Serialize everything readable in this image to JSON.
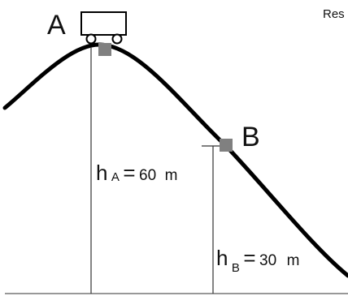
{
  "diagram": {
    "point_a_label": "A",
    "point_b_label": "B",
    "height_a": {
      "symbol": "h",
      "subscript": "A",
      "equals": "=",
      "value": "60",
      "unit": "m"
    },
    "height_b": {
      "symbol": "h",
      "subscript": "B",
      "equals": "=",
      "value": "30",
      "unit": "m"
    },
    "corner_text": "Res"
  },
  "colors": {
    "track": "#000000",
    "marker": "#808080",
    "line": "#333333",
    "text": "#111111"
  }
}
